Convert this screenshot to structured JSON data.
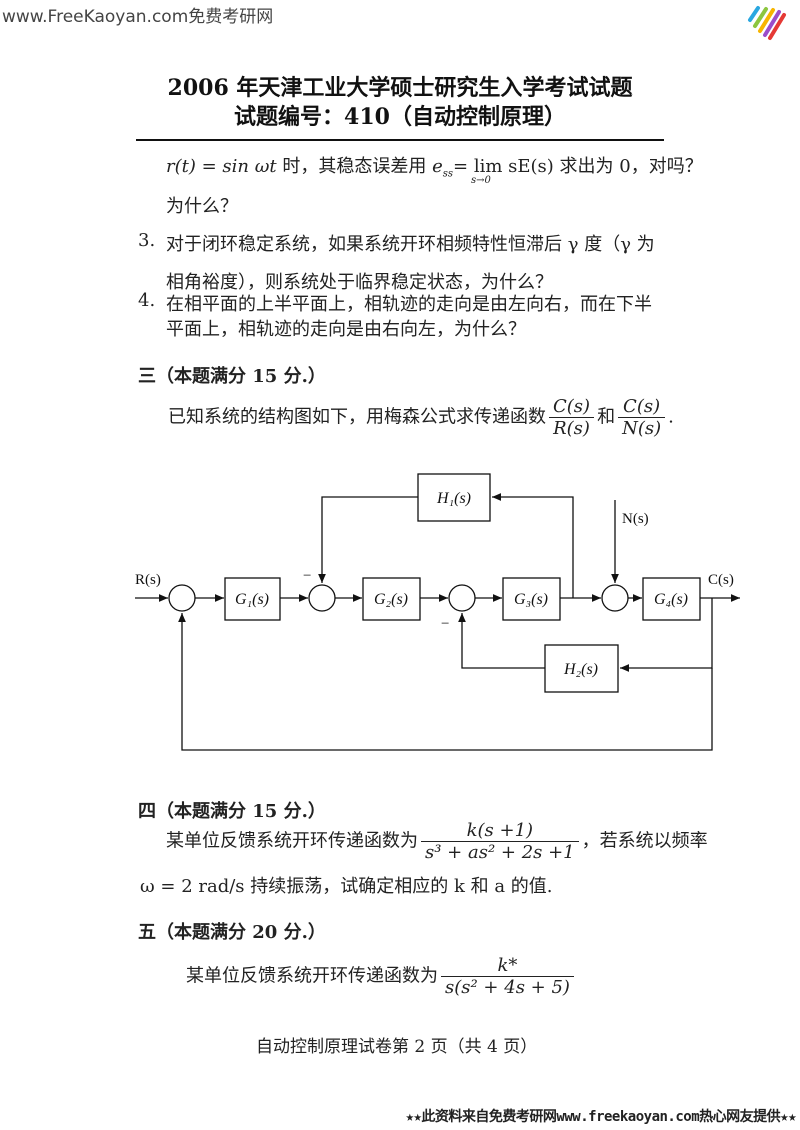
{
  "header": {
    "site": "www.FreeKaoyan.com免费考研网",
    "title": "2006 年天津工业大学硕士研究生入学考试试题",
    "subtitle": "试题编号：410（自动控制原理）"
  },
  "section2_cont": {
    "line1_math": "r(t) = sin ωt",
    "line1_text": " 时，其稳态误差用 ",
    "ess": "e",
    "ess_sub": "ss",
    "lim": " = lim sE(s)",
    "lim_sub": "s→0",
    "line1_tail": " 求出为 0，对吗？",
    "line2": "为什么？",
    "q3_num": "3.",
    "q3_line1": "对于闭环稳定系统，如果系统开环相频特性恒滞后 γ 度（γ 为",
    "q3_line2": "相角裕度），则系统处于临界稳定状态，为什么？",
    "q4_num": "4.",
    "q4_line1": "在相平面的上半平面上，相轨迹的走向是由左向右，而在下半",
    "q4_line2": "平面上，相轨迹的走向是由右向左，为什么？"
  },
  "section3": {
    "heading": "三（本题满分 15 分.）",
    "text": "已知系统的结构图如下，用梅森公式求传递函数",
    "f1_num": "C(s)",
    "f1_den": "R(s)",
    "and": "和",
    "f2_num": "C(s)",
    "f2_den": "N(s)",
    "end": ".",
    "diagram": {
      "input": "R(s)",
      "output": "C(s)",
      "disturbance": "N(s)",
      "G1": "G₁(s)",
      "G2": "G₂(s)",
      "G3": "G₃(s)",
      "G4": "G₄(s)",
      "H1": "H₁(s)",
      "H2": "H₂(s)",
      "minus": "−"
    }
  },
  "section4": {
    "heading": "四（本题满分 15 分.）",
    "text1": "某单位反馈系统开环传递函数为",
    "num": "k(s +1)",
    "den": "s³ + as² + 2s +1",
    "text2": "，若系统以频率",
    "line2": "ω = 2 rad/s 持续振荡，试确定相应的 k 和 a 的值."
  },
  "section5": {
    "heading": "五（本题满分 20 分.）",
    "text": "某单位反馈系统开环传递函数为",
    "num": "k*",
    "den": "s(s² + 4s + 5)"
  },
  "footer": "自动控制原理试卷第 2 页（共 4 页）",
  "bottom_banner": "★★此资料来自免费考研网www.freekaoyan.com热心网友提供★★"
}
